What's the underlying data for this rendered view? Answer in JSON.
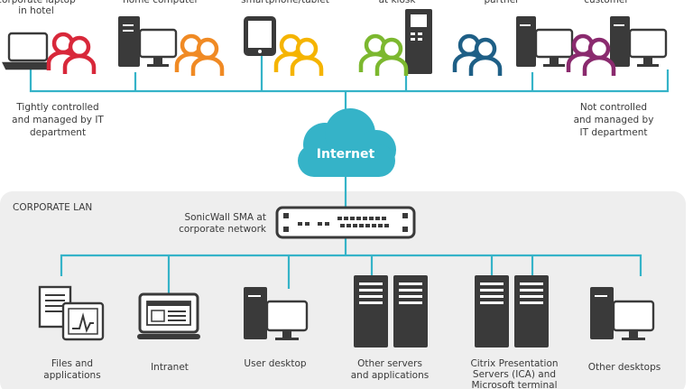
{
  "colors": {
    "line": "#35b3c8",
    "cloud": "#35b3c8",
    "lan_bg": "#eeeeee",
    "device": "#3a3a3a",
    "user_red": "#d8283a",
    "user_orange": "#f08a24",
    "user_yellow": "#f5b400",
    "user_green": "#7cb82f",
    "user_teal": "#1e5f86",
    "user_purple": "#8a2a6e"
  },
  "top": {
    "laptop_hotel": [
      "corporate laptop",
      "in hotel"
    ],
    "home_computer": [
      "home computer"
    ],
    "smartphone": [
      "smartphone/tablet"
    ],
    "kiosk": [
      "at kiosk"
    ],
    "partner": [
      "partner"
    ],
    "customer": [
      "customer"
    ]
  },
  "left_note": [
    "Tightly controlled",
    "and managed by IT",
    "department"
  ],
  "right_note": [
    "Not controlled",
    "and managed by",
    "IT department"
  ],
  "internet_label": "Internet",
  "lan": {
    "title": "CORPORATE LAN",
    "appliance_label": [
      "SonicWall SMA at",
      "corporate network"
    ],
    "files": [
      "Files and",
      "applications"
    ],
    "intranet": [
      "Intranet"
    ],
    "user_desktop": [
      "User desktop"
    ],
    "other_servers": [
      "Other servers",
      "and applications"
    ],
    "citrix": [
      "Citrix Presentation",
      "Servers (ICA) and",
      "Microsoft terminal"
    ],
    "other_desktops": [
      "Other desktops"
    ]
  }
}
